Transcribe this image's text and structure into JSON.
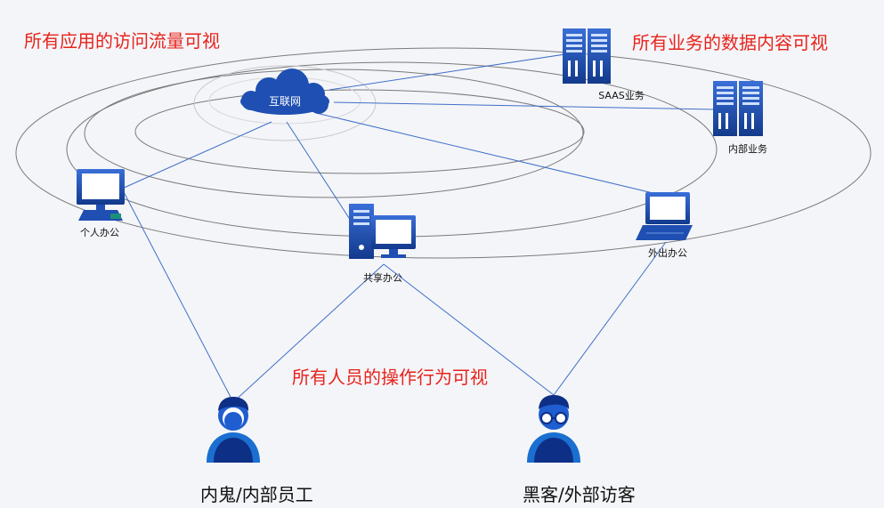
{
  "diagram": {
    "headlines": {
      "apps_traffic": "所有应用的访问流量可视",
      "business_data": "所有业务的数据内容可视",
      "people_ops": "所有人员的操作行为可视"
    },
    "nodes": {
      "internet": "互联网",
      "saas": "SAAS业务",
      "internal_business": "内部业务",
      "personal_office": "个人办公",
      "shared_office": "共享办公",
      "remote_office": "外出办公"
    },
    "actors": {
      "insider": "内鬼/内部员工",
      "hacker": "黑客/外部访客"
    },
    "colors": {
      "accent_red": "#e8231c",
      "device_blue": "#1f4fb3",
      "line_blue": "#3f6fc9",
      "orbit_gray": "#777777"
    },
    "icons": {
      "internet": "cloud-icon",
      "saas": "server-rack-icon",
      "internal_business": "server-rack-icon",
      "personal_office": "desktop-computer-icon",
      "shared_office": "workstation-icon",
      "remote_office": "laptop-icon",
      "insider": "person-icon",
      "hacker": "person-with-glasses-icon"
    }
  }
}
